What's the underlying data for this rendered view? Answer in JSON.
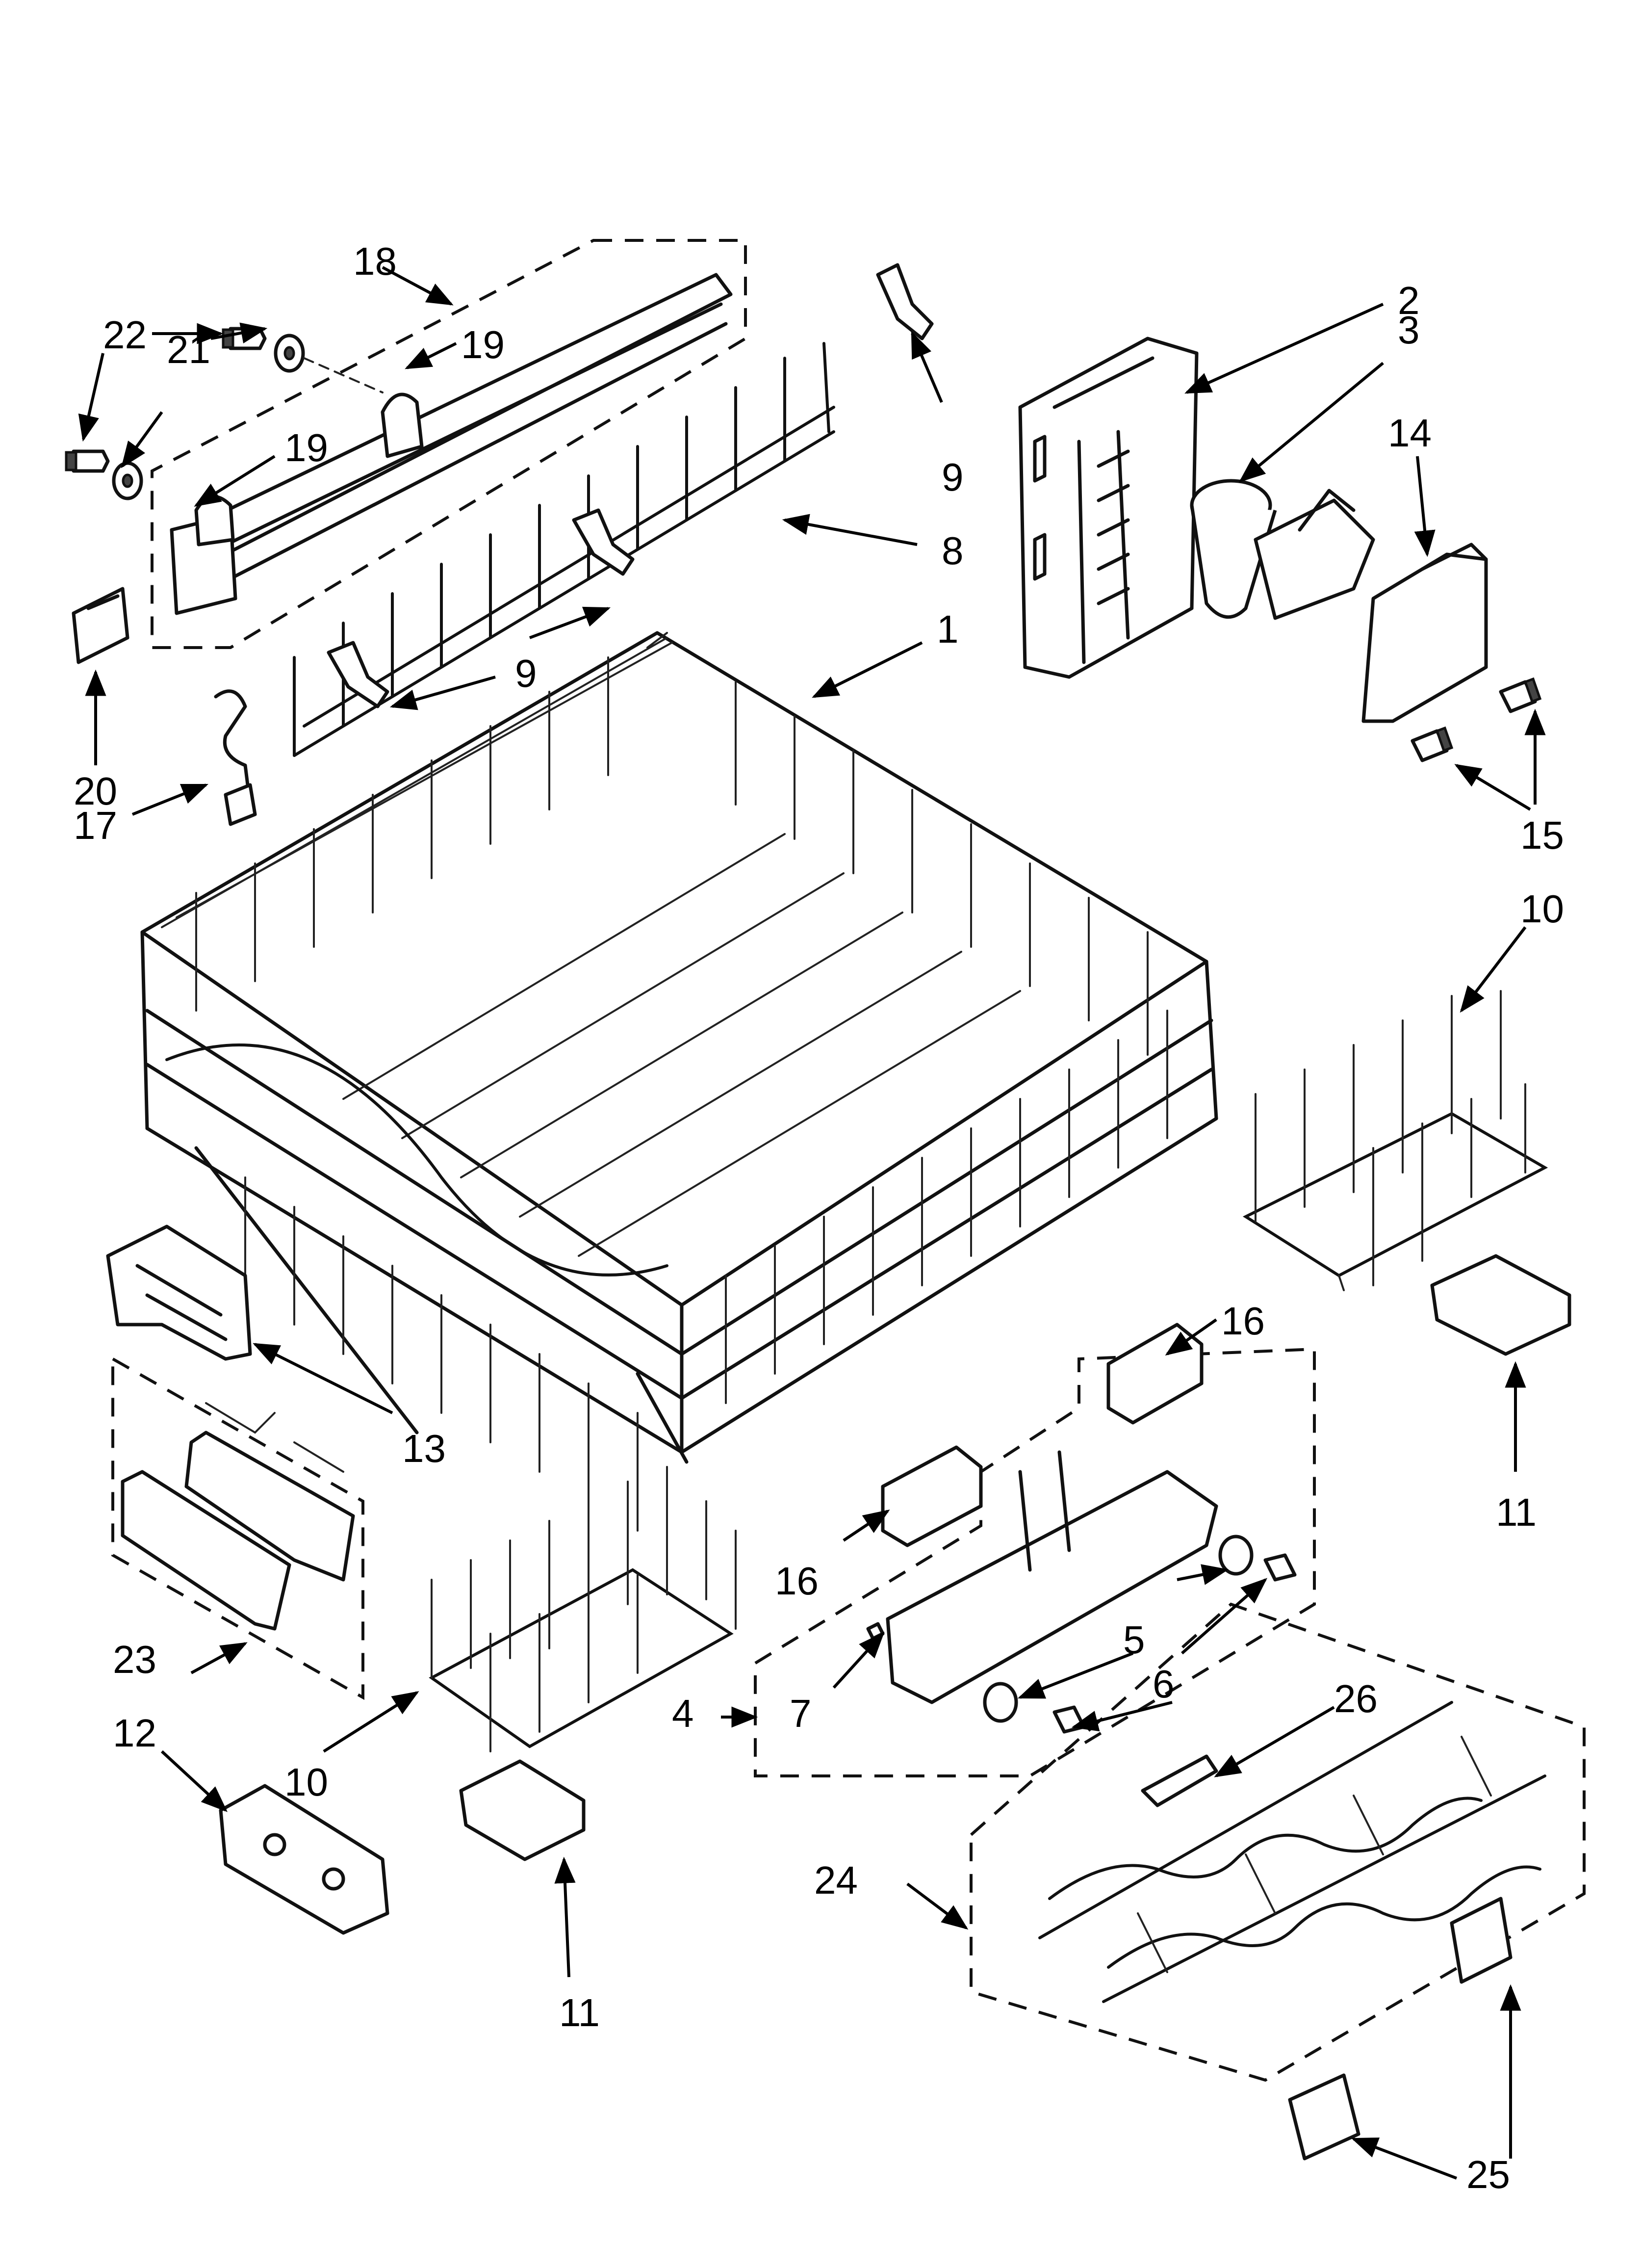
{
  "callouts": [
    {
      "id": "c1",
      "label": "1"
    },
    {
      "id": "c2",
      "label": "2"
    },
    {
      "id": "c3",
      "label": "3"
    },
    {
      "id": "c4",
      "label": "4"
    },
    {
      "id": "c5",
      "label": "5"
    },
    {
      "id": "c6",
      "label": "6"
    },
    {
      "id": "c7",
      "label": "7"
    },
    {
      "id": "c8",
      "label": "8"
    },
    {
      "id": "c9a",
      "label": "9"
    },
    {
      "id": "c9b",
      "label": "9"
    },
    {
      "id": "c10a",
      "label": "10"
    },
    {
      "id": "c10b",
      "label": "10"
    },
    {
      "id": "c11a",
      "label": "11"
    },
    {
      "id": "c11b",
      "label": "11"
    },
    {
      "id": "c12",
      "label": "12"
    },
    {
      "id": "c13",
      "label": "13"
    },
    {
      "id": "c14",
      "label": "14"
    },
    {
      "id": "c15",
      "label": "15"
    },
    {
      "id": "c16a",
      "label": "16"
    },
    {
      "id": "c16b",
      "label": "16"
    },
    {
      "id": "c17",
      "label": "17"
    },
    {
      "id": "c18",
      "label": "18"
    },
    {
      "id": "c19a",
      "label": "19"
    },
    {
      "id": "c19b",
      "label": "19"
    },
    {
      "id": "c20",
      "label": "20"
    },
    {
      "id": "c21",
      "label": "21"
    },
    {
      "id": "c22",
      "label": "22"
    },
    {
      "id": "c23",
      "label": "23"
    },
    {
      "id": "c24",
      "label": "24"
    },
    {
      "id": "c25",
      "label": "25"
    },
    {
      "id": "c26",
      "label": "26"
    }
  ]
}
